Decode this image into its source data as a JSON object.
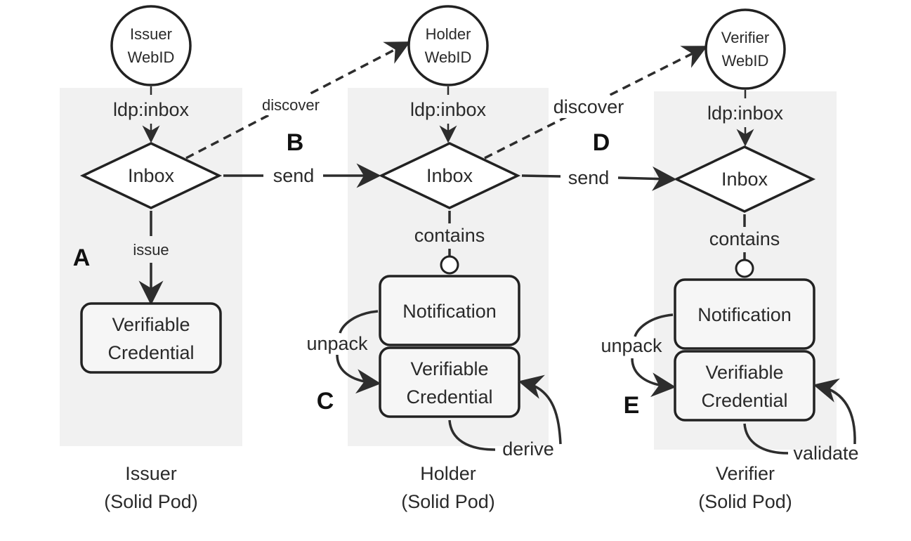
{
  "pods": [
    {
      "name": "Issuer",
      "subtitle": "(Solid Pod)"
    },
    {
      "name": "Holder",
      "subtitle": "(Solid Pod)"
    },
    {
      "name": "Verifier",
      "subtitle": "(Solid Pod)"
    }
  ],
  "webids": [
    {
      "line1": "Issuer",
      "line2": "WebID"
    },
    {
      "line1": "Holder",
      "line2": "WebID"
    },
    {
      "line1": "Verifier",
      "line2": "WebID"
    }
  ],
  "inbox_link_label": "ldp:inbox",
  "inbox_label": "Inbox",
  "credential": {
    "line1": "Verifiable",
    "line2": "Credential"
  },
  "notification_label": "Notification",
  "edge_labels": {
    "issue": "issue",
    "send": "send",
    "discover": "discover",
    "contains": "contains",
    "unpack": "unpack",
    "derive": "derive",
    "validate": "validate"
  },
  "steps": {
    "a": "A",
    "b": "B",
    "c": "C",
    "d": "D",
    "e": "E"
  }
}
